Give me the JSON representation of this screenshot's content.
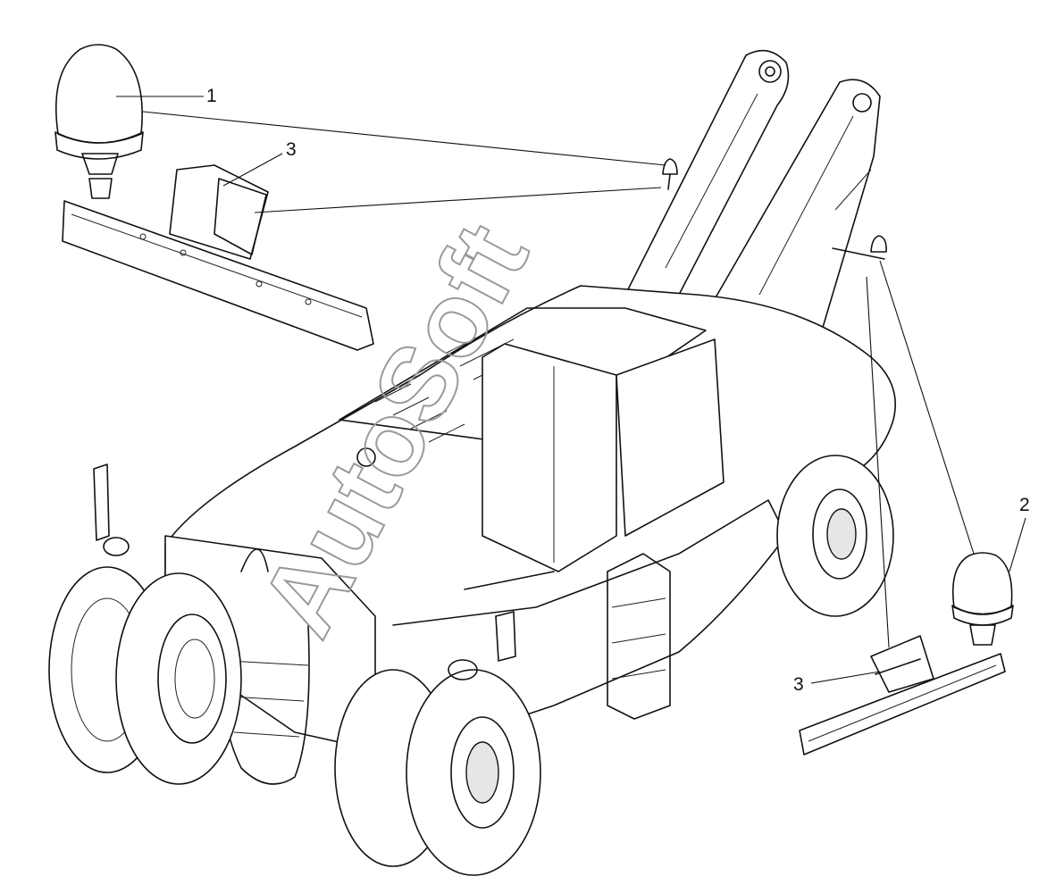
{
  "callouts": {
    "c1": "1",
    "c2": "2",
    "c3a": "3",
    "c3b": "3"
  },
  "watermark": "AutoSoft",
  "colors": {
    "ink": "#111111",
    "watermark": "#9a9a9a",
    "background": "#ffffff"
  }
}
